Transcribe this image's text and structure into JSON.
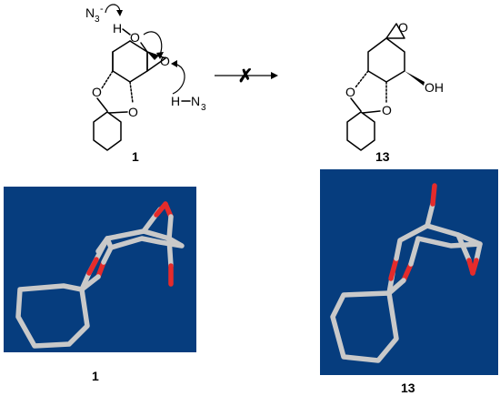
{
  "reactant": {
    "id": "1",
    "atoms": {
      "O_hydroxyl": "O",
      "H_hydroxyl": "H",
      "O_epoxide": "O",
      "O_ketal_1": "O",
      "O_ketal_2": "O"
    },
    "reagent_azide_ion": {
      "symbol": "N",
      "subscript": "3",
      "charge": "-"
    },
    "reagent_hydrazoic": {
      "h": "H",
      "n": "N",
      "subscript": "3"
    }
  },
  "product": {
    "id": "13",
    "atoms": {
      "O_epoxide": "O",
      "OH": "OH",
      "O_ketal_1": "O",
      "O_ketal_2": "O"
    }
  },
  "arrow": {
    "blocked_mark": "✗"
  },
  "models": [
    {
      "caption": "1"
    },
    {
      "caption": "13"
    }
  ],
  "colors": {
    "panel_bg": "#063d7e",
    "carbon": "#c9c9c9",
    "oxygen": "#e52b2b"
  }
}
